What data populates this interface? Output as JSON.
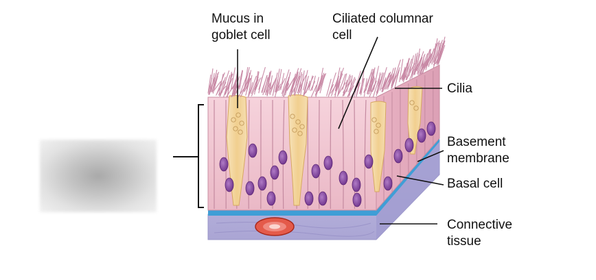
{
  "labels": {
    "mucus_line1": "Mucus in",
    "mucus_line2": "goblet cell",
    "ciliated_line1": "Ciliated columnar",
    "ciliated_line2": "cell",
    "cilia": "Cilia",
    "basement_line1": "Basement",
    "basement_line2": "membrane",
    "basal": "Basal cell",
    "connective_line1": "Connective",
    "connective_line2": "tissue"
  },
  "colors": {
    "cilia": "#c98aa6",
    "cell_body": "#f1c6d2",
    "cell_outline": "#c88ea2",
    "goblet": "#f3d79e",
    "nucleus": "#7d3d99",
    "basement_membrane": "#3f9ed6",
    "connective_tissue": "#b7b3dc",
    "vessel": "#d93b2b"
  }
}
